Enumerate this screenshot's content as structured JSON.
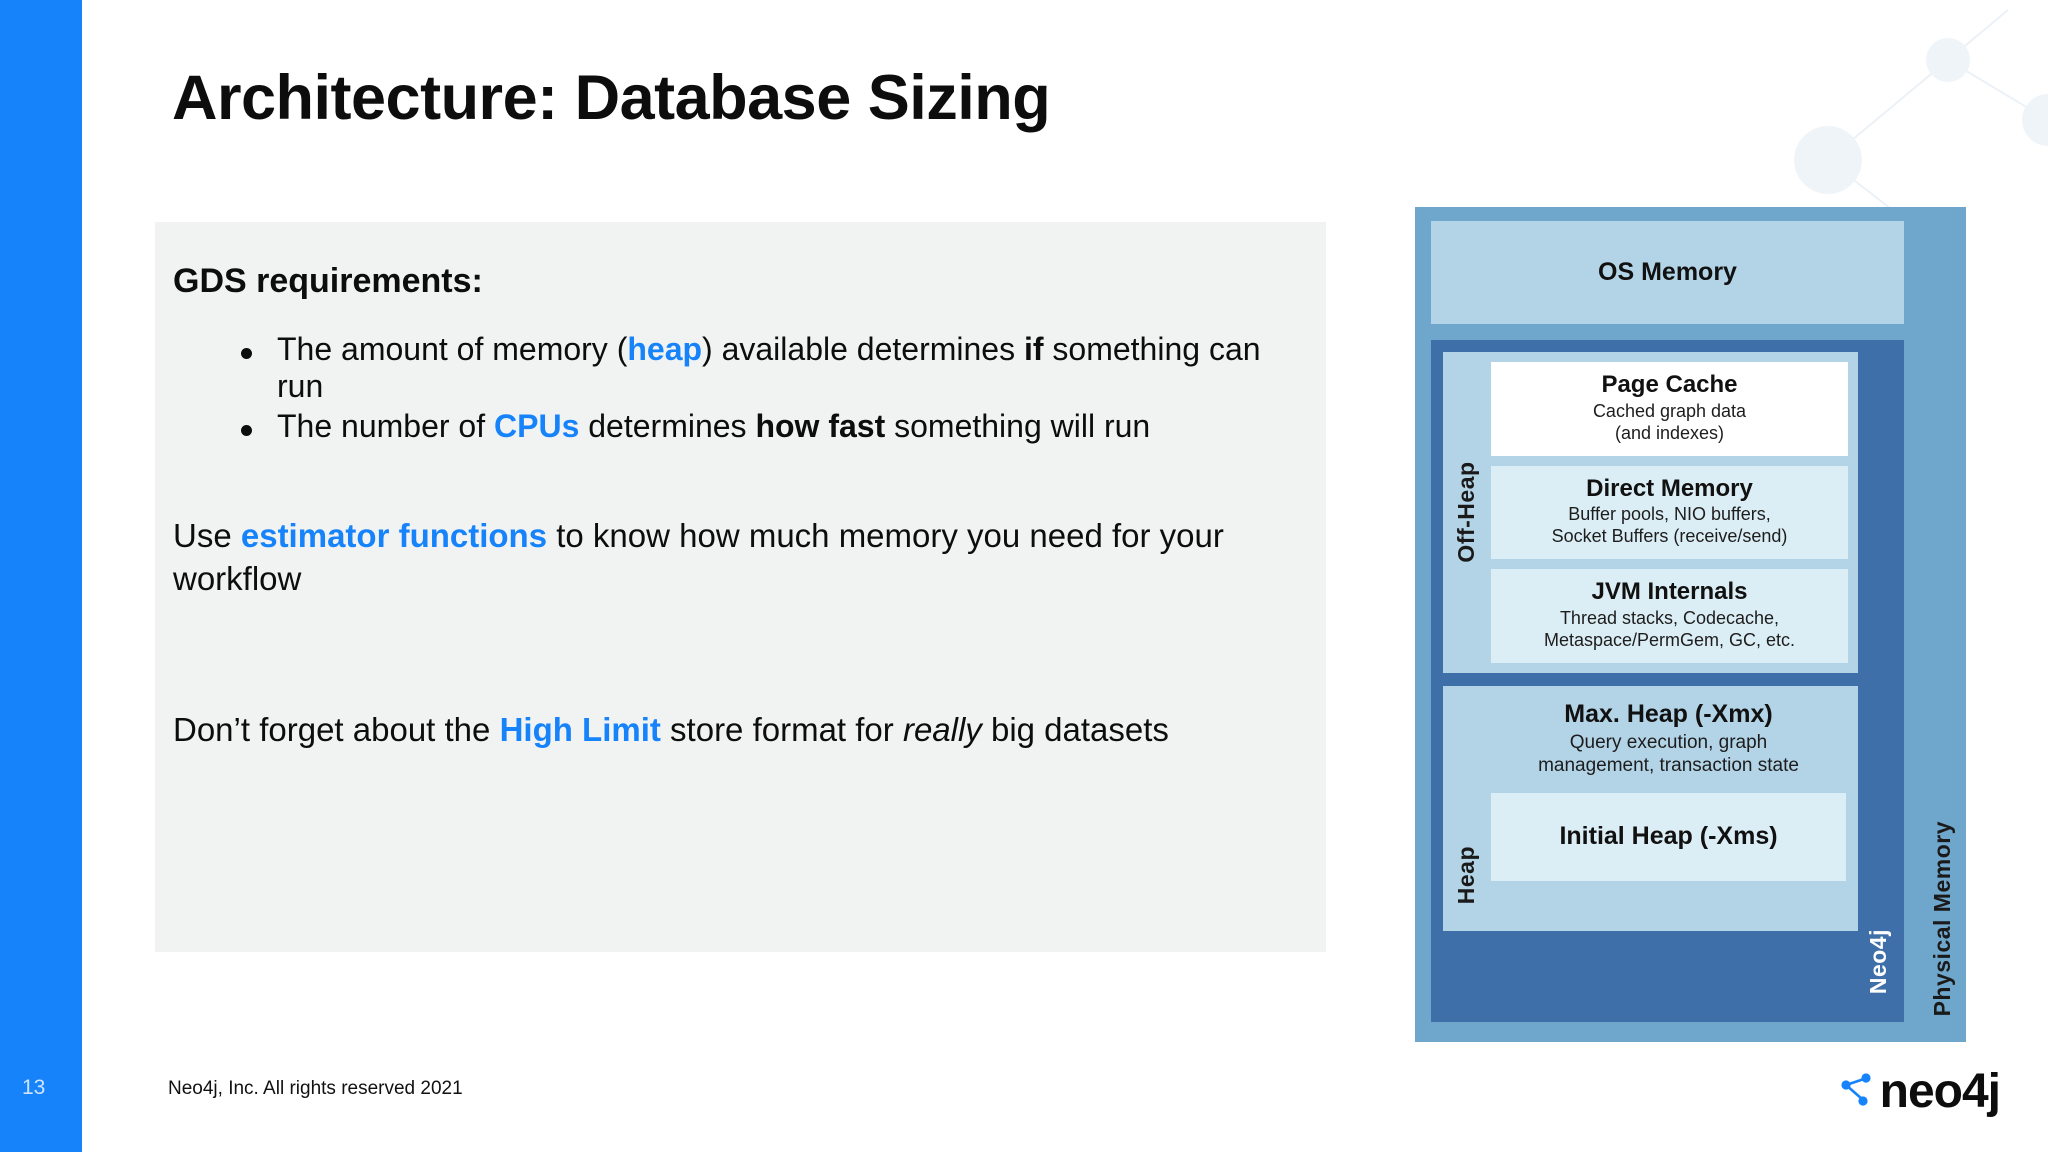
{
  "slide": {
    "title": "Architecture: Database Sizing",
    "page_number": "13",
    "footer": "Neo4j, Inc. All rights reserved 2021",
    "logo_text": "neo4j",
    "accent_color": "#1683fb",
    "panel_bg": "#f1f3f2"
  },
  "content": {
    "heading": "GDS requirements:",
    "bullets": [
      {
        "parts": [
          {
            "text": "The amount of memory (",
            "style": "normal"
          },
          {
            "text": "heap",
            "style": "blue-bold"
          },
          {
            "text": ") available determines ",
            "style": "normal"
          },
          {
            "text": "if",
            "style": "black-bold"
          },
          {
            "text": " something can run",
            "style": "normal"
          }
        ]
      },
      {
        "parts": [
          {
            "text": "The number of ",
            "style": "normal"
          },
          {
            "text": "CPUs",
            "style": "blue-bold"
          },
          {
            "text": " determines ",
            "style": "normal"
          },
          {
            "text": "how fast",
            "style": "black-bold"
          },
          {
            "text": " something will run",
            "style": "normal"
          }
        ]
      }
    ],
    "paragraph_1": {
      "parts": [
        {
          "text": "Use ",
          "style": "normal"
        },
        {
          "text": "estimator functions",
          "style": "blue-bold"
        },
        {
          "text": " to know how much memory you need for your workflow",
          "style": "normal"
        }
      ]
    },
    "paragraph_2": {
      "parts": [
        {
          "text": "Don’t forget about the ",
          "style": "normal"
        },
        {
          "text": "High Limit",
          "style": "blue-bold"
        },
        {
          "text": " store format for ",
          "style": "normal"
        },
        {
          "text": "really",
          "style": "italic"
        },
        {
          "text": " big datasets",
          "style": "normal"
        }
      ]
    }
  },
  "diagram": {
    "outer_label": "Physical Memory",
    "neo4j_label": "Neo4j",
    "os_memory": "OS Memory",
    "offheap_label": "Off-Heap",
    "heap_label": "Heap",
    "offheap_cards": [
      {
        "title": "Page Cache",
        "sub": "Cached graph data\n(and indexes)",
        "bg": "#ffffff"
      },
      {
        "title": "Direct Memory",
        "sub": "Buffer pools, NIO buffers,\nSocket Buffers (receive/send)",
        "bg": "#dceef5"
      },
      {
        "title": "JVM Internals",
        "sub": "Thread stacks, Codecache,\nMetaspace/PermGem, GC, etc.",
        "bg": "#dceef5"
      }
    ],
    "max_heap_title": "Max. Heap (-Xmx)",
    "max_heap_sub": "Query execution, graph\nmanagement, transaction state",
    "initial_heap": "Initial Heap (-Xms)",
    "colors": {
      "physical_frame": "#6fa6cb",
      "neo4j_frame": "#3e6fa8",
      "section_bg": "#b3d4e7",
      "card_bg": "#dceef5"
    }
  }
}
